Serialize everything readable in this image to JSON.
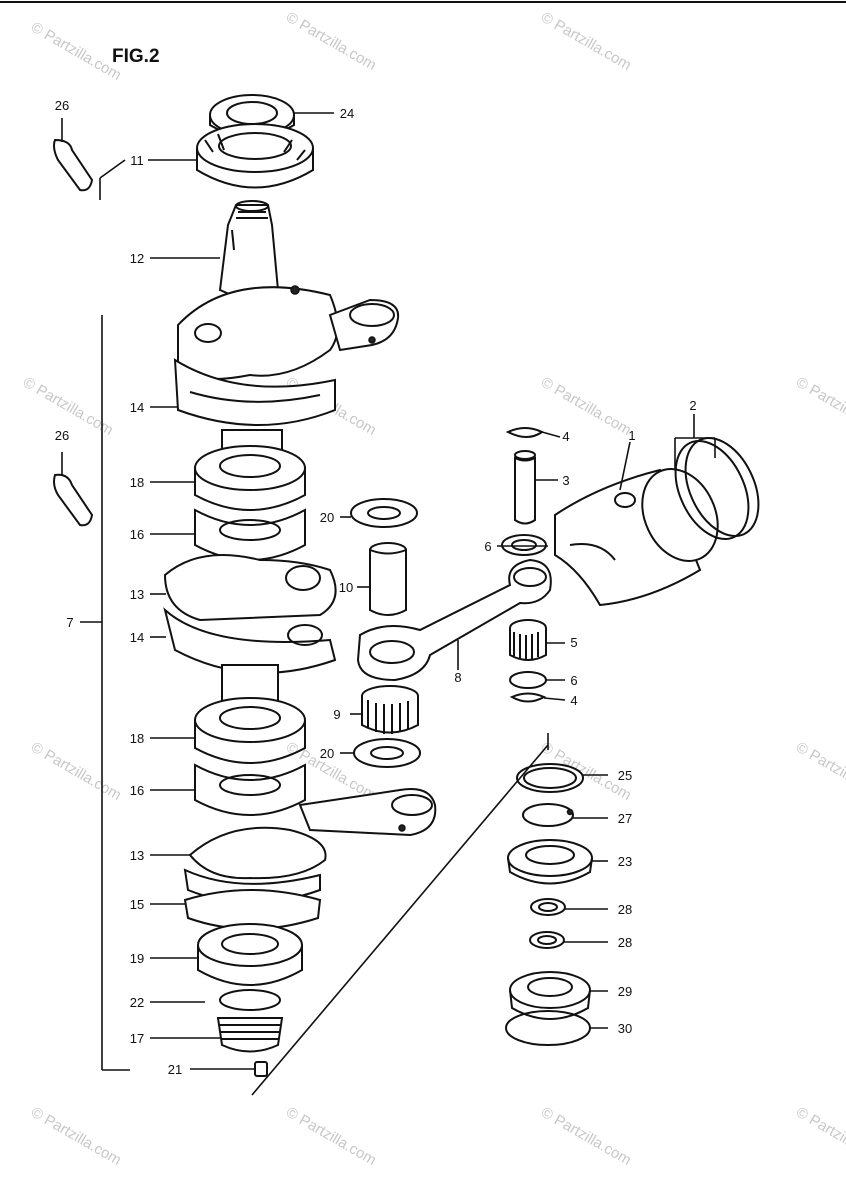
{
  "title": "FIG.2",
  "watermark": "© Partzilla.com",
  "callouts": [
    {
      "id": "c1",
      "label": "1"
    },
    {
      "id": "c2",
      "label": "2"
    },
    {
      "id": "c3",
      "label": "3"
    },
    {
      "id": "c4a",
      "label": "4"
    },
    {
      "id": "c4b",
      "label": "4"
    },
    {
      "id": "c5",
      "label": "5"
    },
    {
      "id": "c6a",
      "label": "6"
    },
    {
      "id": "c6b",
      "label": "6"
    },
    {
      "id": "c7",
      "label": "7"
    },
    {
      "id": "c8",
      "label": "8"
    },
    {
      "id": "c9",
      "label": "9"
    },
    {
      "id": "c10",
      "label": "10"
    },
    {
      "id": "c11",
      "label": "11"
    },
    {
      "id": "c12",
      "label": "12"
    },
    {
      "id": "c13a",
      "label": "13"
    },
    {
      "id": "c13b",
      "label": "13"
    },
    {
      "id": "c14a",
      "label": "14"
    },
    {
      "id": "c14b",
      "label": "14"
    },
    {
      "id": "c15",
      "label": "15"
    },
    {
      "id": "c16a",
      "label": "16"
    },
    {
      "id": "c16b",
      "label": "16"
    },
    {
      "id": "c17",
      "label": "17"
    },
    {
      "id": "c18a",
      "label": "18"
    },
    {
      "id": "c18b",
      "label": "18"
    },
    {
      "id": "c19",
      "label": "19"
    },
    {
      "id": "c20a",
      "label": "20"
    },
    {
      "id": "c20b",
      "label": "20"
    },
    {
      "id": "c21",
      "label": "21"
    },
    {
      "id": "c22",
      "label": "22"
    },
    {
      "id": "c23",
      "label": "23"
    },
    {
      "id": "c24",
      "label": "24"
    },
    {
      "id": "c25",
      "label": "25"
    },
    {
      "id": "c26a",
      "label": "26"
    },
    {
      "id": "c26b",
      "label": "26"
    },
    {
      "id": "c27",
      "label": "27"
    },
    {
      "id": "c28a",
      "label": "28"
    },
    {
      "id": "c28b",
      "label": "28"
    },
    {
      "id": "c29",
      "label": "29"
    },
    {
      "id": "c30",
      "label": "30"
    }
  ]
}
